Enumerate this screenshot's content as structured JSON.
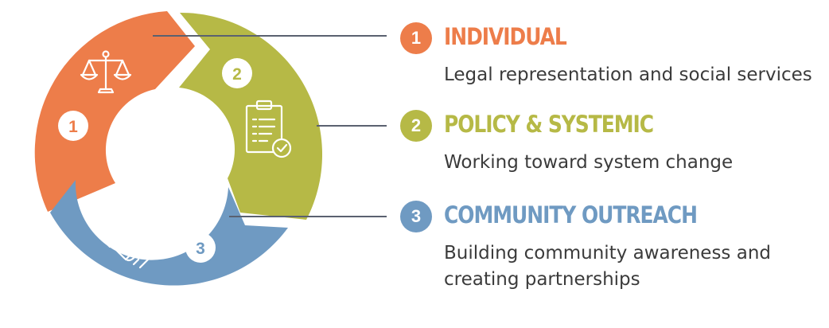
{
  "colors": {
    "individual": "#ED7D4A",
    "policy": "#B6B946",
    "community": "#6F9AC2",
    "connector": "#5A6170",
    "text": "#3B3B3B",
    "white": "#FFFFFF"
  },
  "segments": [
    {
      "number": "1",
      "icon": "scales-of-justice-icon"
    },
    {
      "number": "2",
      "icon": "clipboard-checklist-icon"
    },
    {
      "number": "3",
      "icon": "handshake-icon"
    }
  ],
  "items": [
    {
      "number": "1",
      "title": "INDIVIDUAL",
      "description": "Legal representation and social services"
    },
    {
      "number": "2",
      "title": "POLICY & SYSTEMIC",
      "description": "Working toward system change"
    },
    {
      "number": "3",
      "title": "COMMUNITY OUTREACH",
      "description": "Building community awareness and creating partnerships"
    }
  ]
}
